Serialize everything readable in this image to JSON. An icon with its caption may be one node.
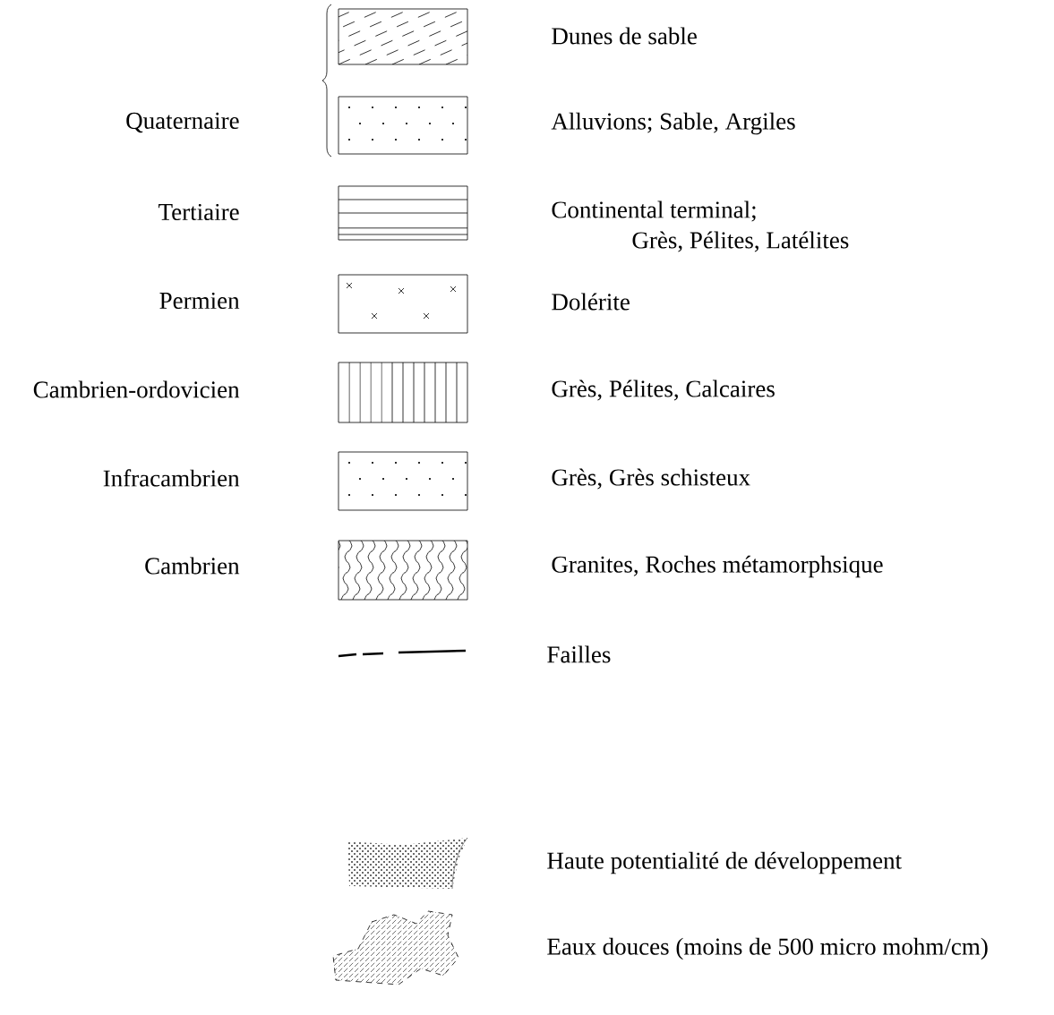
{
  "diagram": {
    "labels": [
      "Quaternaire",
      "Tertiaire",
      "Permien",
      "Cambrien-ordovicien",
      "Infracambrien",
      "Cambrien"
    ],
    "legend": [
      {
        "text": "Dunes de sable"
      },
      {
        "text": "Alluvions; Sable, Argiles"
      },
      {
        "text": "Continental terminal; Grès, Pélites, Latélites"
      },
      {
        "text": "Dolérite"
      },
      {
        "text": "Grès, Pélites, Calcaires"
      },
      {
        "text": "Grès, Grès schisteux"
      },
      {
        "text": "Granites, Roches métamorphsique"
      },
      {
        "text": "Failles"
      },
      {
        "text": "Haute potentialité de développement"
      },
      {
        "text": "Eaux douces (moins de 500 micro mohm/cm)"
      }
    ]
  }
}
